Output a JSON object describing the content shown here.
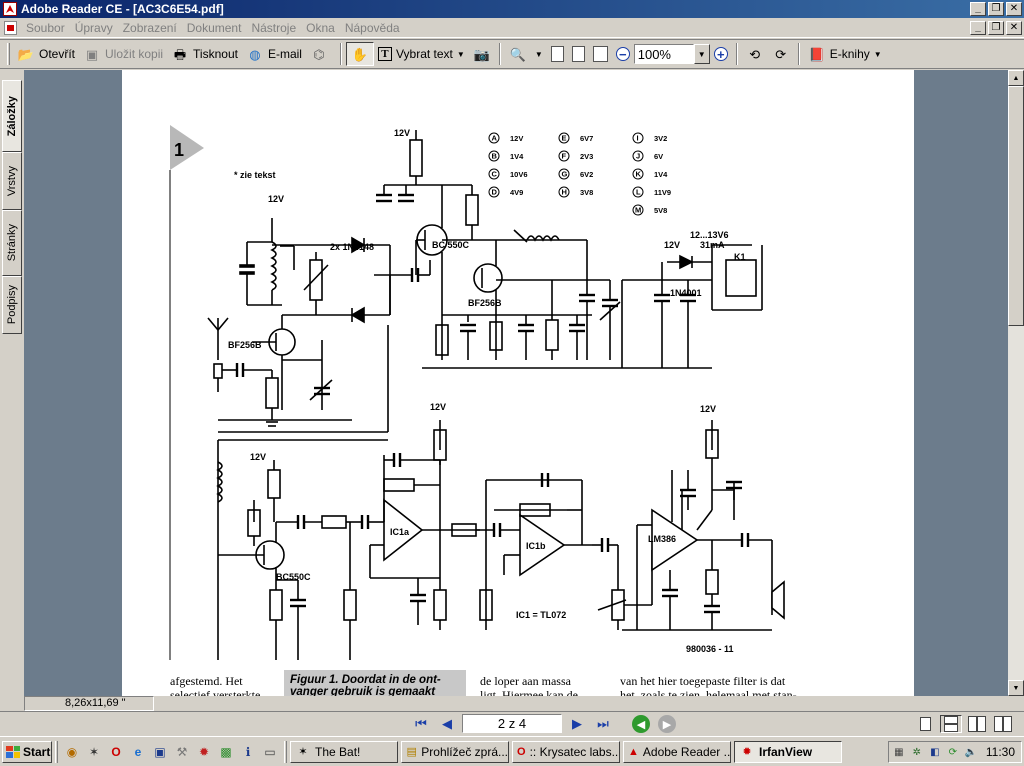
{
  "window": {
    "title": "Adobe Reader CE - [AC3C6E54.pdf]",
    "controls": [
      "_",
      "❐",
      "✕"
    ]
  },
  "menu": {
    "items": [
      "Soubor",
      "Úpravy",
      "Zobrazení",
      "Dokument",
      "Nástroje",
      "Okna",
      "Nápověda"
    ]
  },
  "toolbar": {
    "open_label": "Otevřít",
    "save_copy_label": "Uložit kopii",
    "print_label": "Tisknout",
    "email_label": "E-mail",
    "select_text_label": "Vybrat text",
    "zoom_value": "100%",
    "ebooks_label": "E-knihy"
  },
  "side_tabs": [
    "Záložky",
    "Vrstvy",
    "Stránky",
    "Podpisy"
  ],
  "document": {
    "figure_number": "1",
    "note": "* zie tekst",
    "labels": {
      "v12": "12V",
      "bc550c": "BC 550C",
      "bf256b": "BF256B",
      "bf256b_2": "BF256B",
      "d1d2": "2x 1N4148",
      "ic1": "IC1 = TL072",
      "lm386": "LM386",
      "code": "980036 - 11",
      "ic1a": "IC1a",
      "ic1b": "IC1b",
      "t4": "BC550C",
      "k1": "K1",
      "supply": "12...13V6",
      "current": "31mA",
      "d3": "1N4001"
    },
    "legend": [
      {
        "letter": "A",
        "value": "12V"
      },
      {
        "letter": "B",
        "value": "1V4"
      },
      {
        "letter": "C",
        "value": "10V6"
      },
      {
        "letter": "D",
        "value": "4V9"
      },
      {
        "letter": "E",
        "value": "6V7"
      },
      {
        "letter": "F",
        "value": "2V3"
      },
      {
        "letter": "G",
        "value": "6V2"
      },
      {
        "letter": "H",
        "value": "3V8"
      },
      {
        "letter": "I",
        "value": "3V2"
      },
      {
        "letter": "J",
        "value": "6V"
      },
      {
        "letter": "K",
        "value": "1V4"
      },
      {
        "letter": "L",
        "value": "11V9"
      },
      {
        "letter": "M",
        "value": "5V8"
      }
    ],
    "body_left": "afgestemd. Het",
    "body_left2": "selectief versterkte",
    "caption": "Figuur 1. Doordat in de ont-",
    "caption2": "vanger gebruik is gemaakt",
    "body_mid": "de loper aan massa",
    "body_mid2": "ligt. Hiermee kan de",
    "body_right": "van het hier toegepaste filter is dat",
    "body_right2": "het, zoals te zien, helemaal met stan-"
  },
  "status": {
    "page_size": "8,26x11,69 \""
  },
  "navigation": {
    "page_indicator": "2 z 4"
  },
  "taskbar": {
    "start_label": "Start",
    "tasks": [
      {
        "label": "The Bat!",
        "icon": "bat-icon"
      },
      {
        "label": "Prohlížeč zprá...",
        "icon": "viewer-icon"
      },
      {
        "label": ":: Krysatec labs...",
        "icon": "opera-icon"
      },
      {
        "label": "Adobe Reader ...",
        "icon": "acrobat-icon"
      },
      {
        "label": "IrfanView",
        "icon": "irfanview-icon"
      }
    ],
    "clock": "11:30"
  }
}
